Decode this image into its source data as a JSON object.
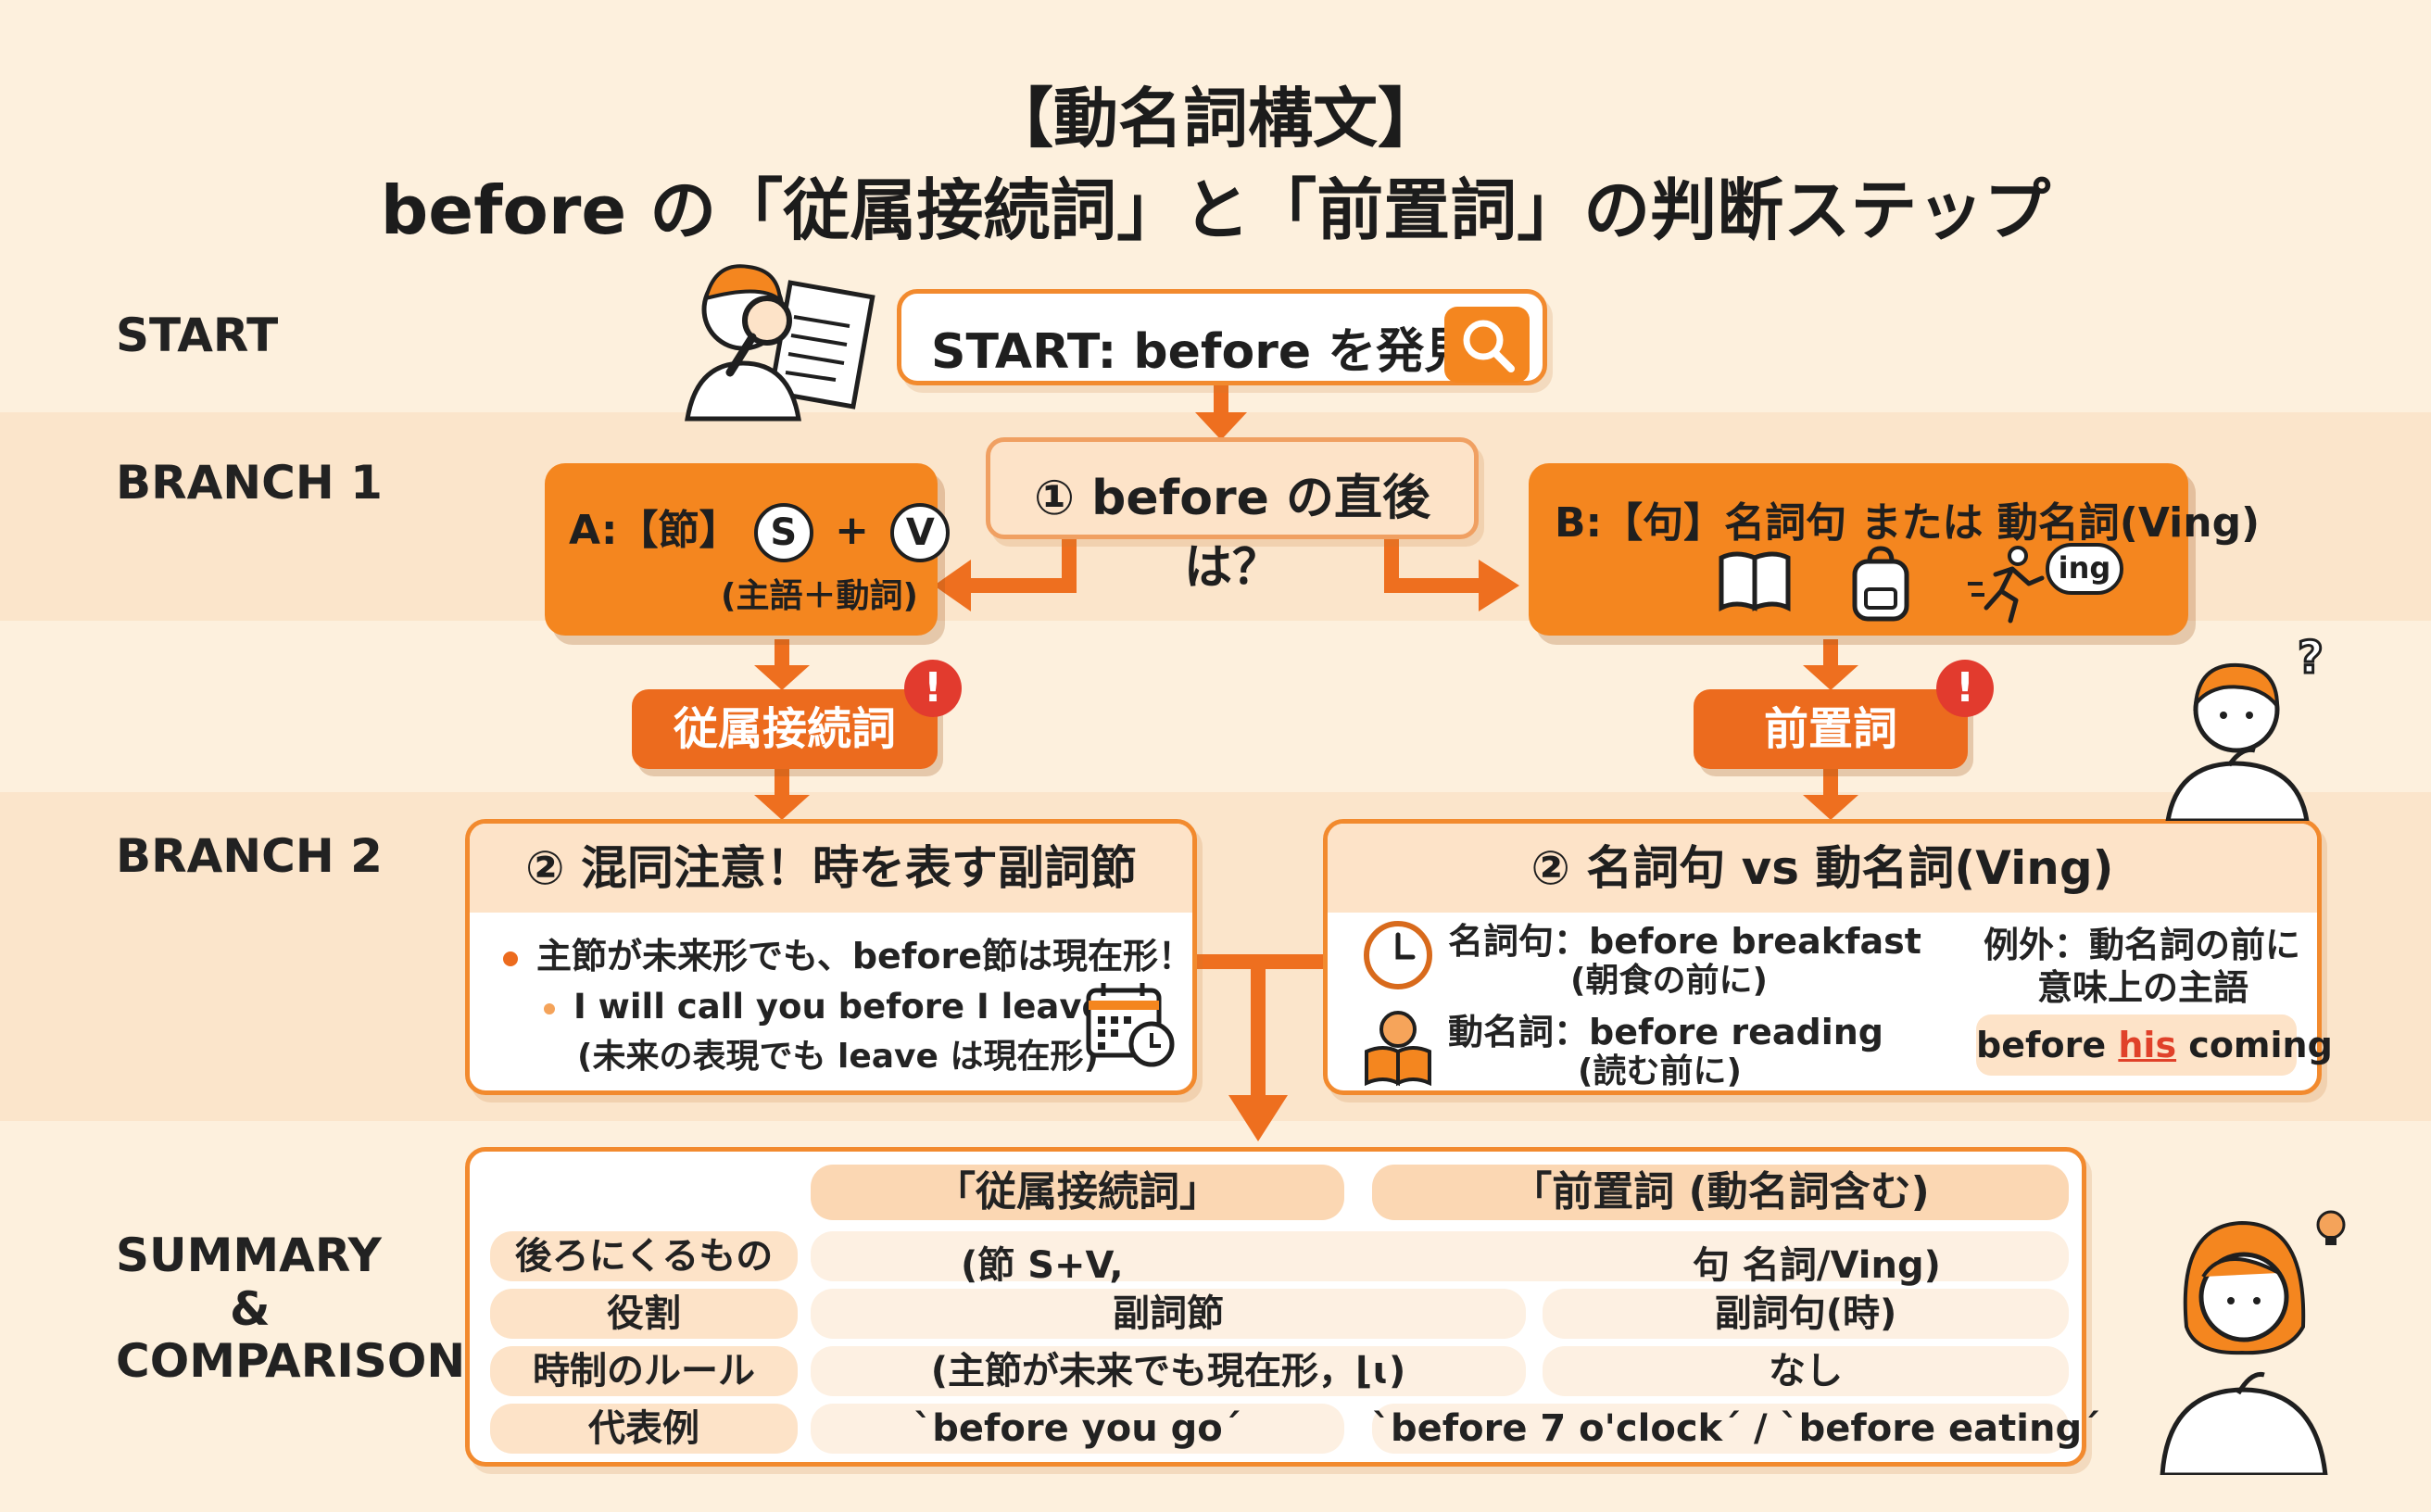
{
  "title": {
    "line1": "【動名詞構文】",
    "line2": "before の「従属接続詞」と「前置詞」の判断ステップ"
  },
  "side_labels": {
    "start": "START",
    "branch1": "BRANCH 1",
    "branch2": "BRANCH 2",
    "summary_line1": "SUMMARY",
    "summary_line2": "&",
    "summary_line3": "COMPARISON"
  },
  "start_box": {
    "text": "START: before を発見！",
    "icon": "search-icon"
  },
  "question_box": {
    "text": "① before の直後は？"
  },
  "branch_a": {
    "head_prefix": "A:【節】",
    "subject_symbol": "S",
    "plus": "+",
    "verb_symbol": "V",
    "sub": "(主語＋動詞)",
    "result": "従属接続詞",
    "alert": "!"
  },
  "branch_b": {
    "head": "B:【句】名詞句 または 動名詞(Ving)",
    "icons": [
      "book-icon",
      "backpack-icon",
      "running-person-icon"
    ],
    "ing_badge": "ing",
    "result": "前置詞",
    "alert": "!"
  },
  "clause_box": {
    "head": "② 混同注意！時を表す副詞節",
    "bullet1": "主節が未来形でも、before節は現在形！",
    "example_line1": "I will call you before I leave.",
    "example_line2": "(未来の表現でも leave は現在形)",
    "icon": "calendar-clock-icon"
  },
  "phrase_box": {
    "head": "② 名詞句 vs 動名詞(Ving)",
    "noun_line1": "名詞句：before breakfast",
    "noun_line2": "(朝食の前に)",
    "gerund_line1": "動名詞：before reading",
    "gerund_line2": "(読む前に)",
    "exception_line1": "例外：動名詞の前に",
    "exception_line2": "意味上の主語",
    "exception_example_pre": "before ",
    "exception_example_his": "his",
    "exception_example_post": " coming",
    "icons": [
      "clock-icon",
      "reading-child-icon"
    ]
  },
  "summary": {
    "col_heads": [
      "「従属接続詞」",
      "「前置詞 (動名詞含む)"
    ],
    "rows": [
      {
        "label": "後ろにくるもの",
        "conj": "(節 S+V,",
        "prep": "句 名詞/Ving)"
      },
      {
        "label": "役割",
        "conj": "副詞節",
        "prep": "副詞句(時)"
      },
      {
        "label": "時制のルール",
        "conj": "(主節が未来でも現在形，⌊ɩ)",
        "prep": "なし"
      },
      {
        "label": "代表例",
        "conj": "`before you go´",
        "prep": "`before 7 o'clock´ / `before eating´"
      }
    ]
  },
  "colors": {
    "accent": "#f4861f",
    "accent_dark": "#ec6b1e",
    "alert": "#e23b2e",
    "peach": "#fde3c8",
    "background": "#fdf0dd"
  }
}
